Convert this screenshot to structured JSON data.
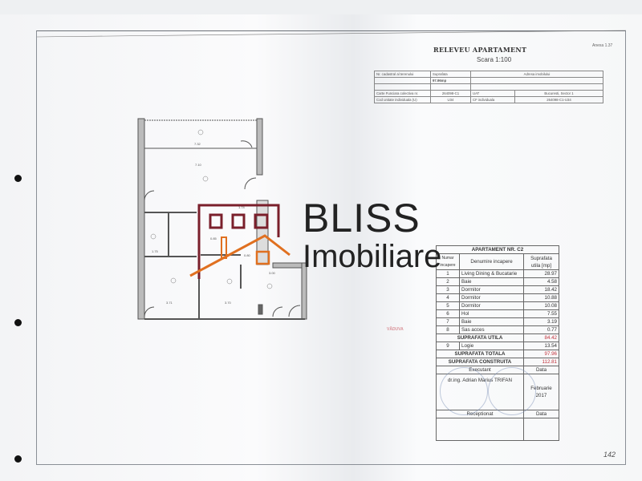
{
  "header": {
    "title": "RELEVEU APARTAMENT",
    "scale": "Scara 1:100",
    "annex": "Anexa 1.37"
  },
  "info_table": {
    "cadastral_label": "Nr. cadastral al terenului",
    "area_label": "Suprafata",
    "area_value": "97.96mp",
    "address_label": "Adresa imobilului",
    "carte_label": "Carte Funciara colectiva nr.",
    "carte_value": "264098-C1",
    "uat_label": "UAT",
    "uat_value": "Bucuresti, Sector 1",
    "cod_label": "Cod unitate individuala (U)",
    "cod_value": "U34",
    "cf_label": "CF individuala",
    "cf_value": "264098-C1-U34"
  },
  "room_table": {
    "title": "APARTAMENT NR. C2",
    "col_number": "Numar incapere",
    "col_name": "Denumire incapere",
    "col_area": "Suprafata utila [mp]",
    "rows": [
      {
        "nr": "1",
        "name": "Living Dining & Bucatarie",
        "area": "28.97"
      },
      {
        "nr": "2",
        "name": "Baie",
        "area": "4.58"
      },
      {
        "nr": "3",
        "name": "Dormitor",
        "area": "18.42"
      },
      {
        "nr": "4",
        "name": "Dormitor",
        "area": "10.88"
      },
      {
        "nr": "5",
        "name": "Dormitor",
        "area": "10.08"
      },
      {
        "nr": "6",
        "name": "Hol",
        "area": "7.55"
      },
      {
        "nr": "7",
        "name": "Baie",
        "area": "3.19"
      },
      {
        "nr": "8",
        "name": "Sas acces",
        "area": "0.77"
      }
    ],
    "utila_label": "SUPRAFATA UTILA",
    "utila_value": "84.42",
    "logie": {
      "nr": "9",
      "name": "Logie",
      "area": "13.54"
    },
    "totala_label": "SUPRAFATA TOTALA",
    "totala_value": "97.96",
    "construita_label": "SUPRAFATA CONSTRUITA",
    "construita_value": "112.81",
    "executant_label": "Executant",
    "data_label": "Data",
    "executant_name": "dr.ing. Adrian Marius TRIFAN",
    "executant_date": "Februarie 2017",
    "receptionat_label": "Receptionat",
    "data_label_2": "Data"
  },
  "stamp_text": "VĂDUVA",
  "watermark": {
    "line1": "BLISS",
    "line2": "Imobiliare",
    "color": "#7a1f2b",
    "accent": "#e07020"
  },
  "plan_dims": [
    "7.32",
    "7.10",
    "1.74",
    "3.71",
    "3.70",
    "3.00",
    "1.75",
    "0.85",
    "0.80"
  ],
  "page_number": "142"
}
